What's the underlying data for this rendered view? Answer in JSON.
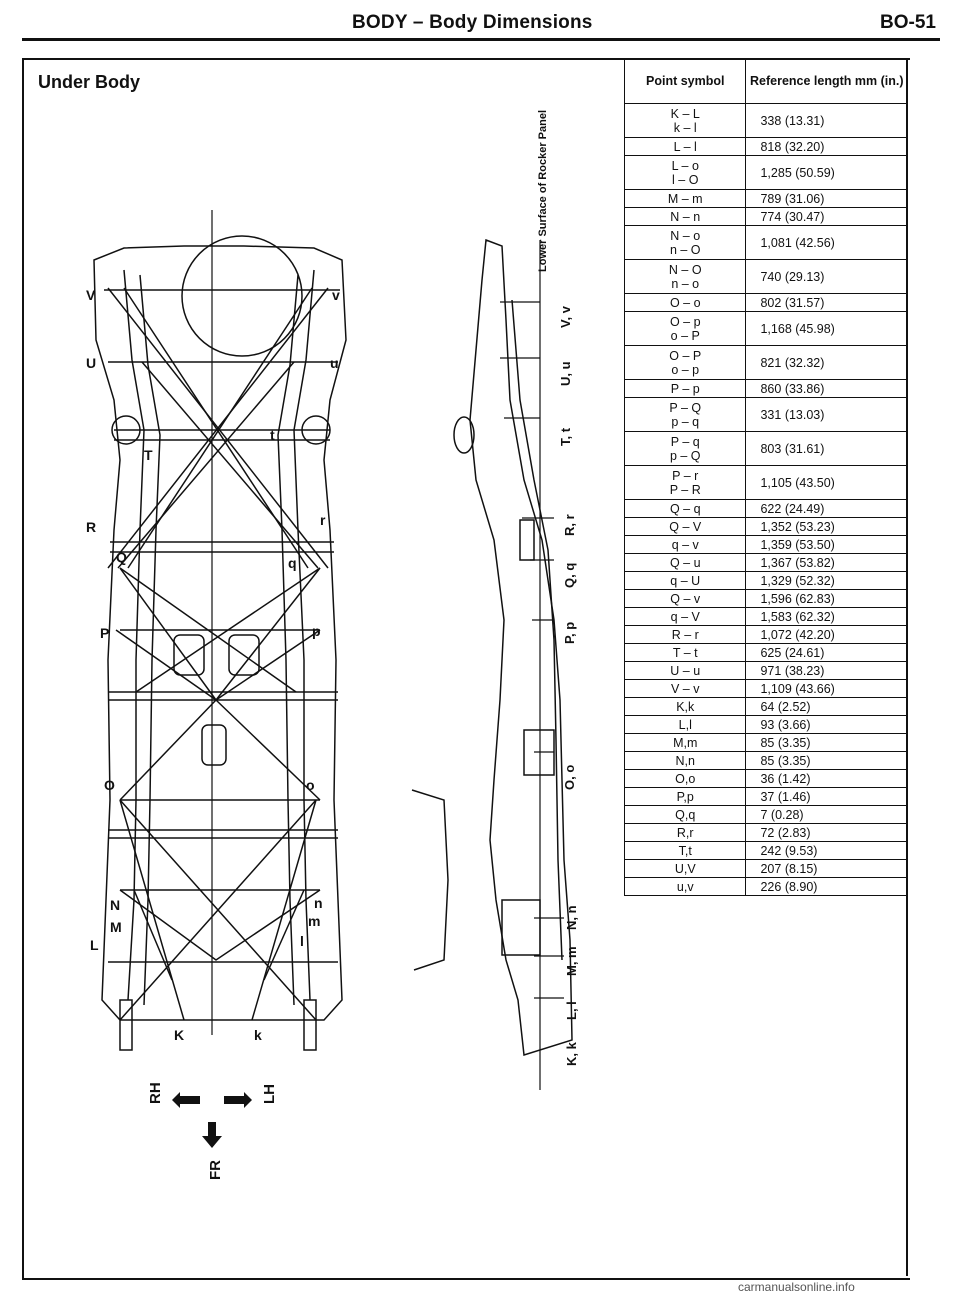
{
  "header": {
    "section": "BODY – Body Dimensions",
    "page": "BO-51"
  },
  "section_title": "Under Body",
  "diagram": {
    "side_label": "Lower Surface of Rocker Panel",
    "side_points": [
      "V, v",
      "U, u",
      "T, t",
      "R, r",
      "Q, q",
      "P, p",
      "O, o",
      "N, n",
      "M, m",
      "L, l",
      "K, k"
    ],
    "left_marks": [
      "V",
      "U",
      "T",
      "R",
      "Q",
      "P",
      "O",
      "N",
      "M",
      "L"
    ],
    "right_marks": [
      "v",
      "u",
      "t",
      "r",
      "q",
      "p",
      "o",
      "n",
      "m",
      "l"
    ],
    "bottom_marks": [
      "K",
      "k"
    ],
    "direction": {
      "rh": "RH",
      "lh": "LH",
      "fr": "FR"
    }
  },
  "table": {
    "headers": {
      "point": "Point symbol",
      "length": "Reference length mm (in.)"
    },
    "rows": [
      {
        "symbols": [
          "K – L",
          "k – l"
        ],
        "length": "338 (13.31)"
      },
      {
        "symbols": [
          "L – l"
        ],
        "length": "818 (32.20)"
      },
      {
        "symbols": [
          "L – o",
          "l – O"
        ],
        "length": "1,285 (50.59)"
      },
      {
        "symbols": [
          "M – m"
        ],
        "length": "789 (31.06)"
      },
      {
        "symbols": [
          "N – n"
        ],
        "length": "774 (30.47)"
      },
      {
        "symbols": [
          "N – o",
          "n – O"
        ],
        "length": "1,081 (42.56)"
      },
      {
        "symbols": [
          "N – O",
          "n – o"
        ],
        "length": "740 (29.13)"
      },
      {
        "symbols": [
          "O – o"
        ],
        "length": "802 (31.57)"
      },
      {
        "symbols": [
          "O – p",
          "o – P"
        ],
        "length": "1,168 (45.98)"
      },
      {
        "symbols": [
          "O – P",
          "o – p"
        ],
        "length": "821 (32.32)"
      },
      {
        "symbols": [
          "P – p"
        ],
        "length": "860 (33.86)"
      },
      {
        "symbols": [
          "P – Q",
          "p – q"
        ],
        "length": "331 (13.03)"
      },
      {
        "symbols": [
          "P – q",
          "p – Q"
        ],
        "length": "803 (31.61)"
      },
      {
        "symbols": [
          "P – r",
          "P – R"
        ],
        "length": "1,105 (43.50)"
      },
      {
        "symbols": [
          "Q – q"
        ],
        "length": "622 (24.49)"
      },
      {
        "symbols": [
          "Q – V"
        ],
        "length": "1,352 (53.23)"
      },
      {
        "symbols": [
          "q – v"
        ],
        "length": "1,359 (53.50)"
      },
      {
        "symbols": [
          "Q – u"
        ],
        "length": "1,367 (53.82)"
      },
      {
        "symbols": [
          "q – U"
        ],
        "length": "1,329 (52.32)"
      },
      {
        "symbols": [
          "Q – v"
        ],
        "length": "1,596 (62.83)"
      },
      {
        "symbols": [
          "q – V"
        ],
        "length": "1,583 (62.32)"
      },
      {
        "symbols": [
          "R – r"
        ],
        "length": "1,072 (42.20)"
      },
      {
        "symbols": [
          "T – t"
        ],
        "length": "625 (24.61)"
      },
      {
        "symbols": [
          "U – u"
        ],
        "length": "971 (38.23)"
      },
      {
        "symbols": [
          "V – v"
        ],
        "length": "1,109 (43.66)"
      },
      {
        "symbols": [
          "K,k"
        ],
        "length": "64 (2.52)"
      },
      {
        "symbols": [
          "L,l"
        ],
        "length": "93 (3.66)"
      },
      {
        "symbols": [
          "M,m"
        ],
        "length": "85 (3.35)"
      },
      {
        "symbols": [
          "N,n"
        ],
        "length": "85 (3.35)"
      },
      {
        "symbols": [
          "O,o"
        ],
        "length": "36 (1.42)"
      },
      {
        "symbols": [
          "P,p"
        ],
        "length": "37 (1.46)"
      },
      {
        "symbols": [
          "Q,q"
        ],
        "length": "7 (0.28)"
      },
      {
        "symbols": [
          "R,r"
        ],
        "length": "72 (2.83)"
      },
      {
        "symbols": [
          "T,t"
        ],
        "length": "242 (9.53)"
      },
      {
        "symbols": [
          "U,V"
        ],
        "length": "207 (8.15)"
      },
      {
        "symbols": [
          "u,v"
        ],
        "length": "226 (8.90)"
      }
    ]
  },
  "watermark": "carmanualsonline.info"
}
